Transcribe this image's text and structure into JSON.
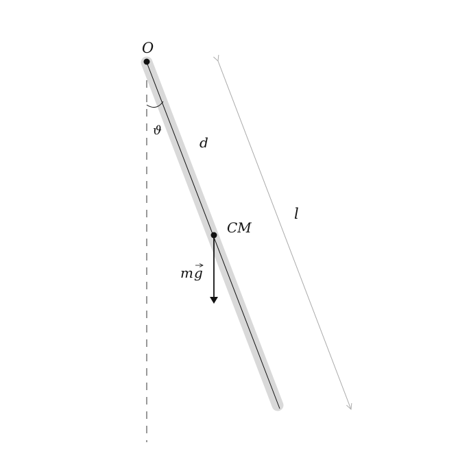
{
  "labels": {
    "pivot": "O",
    "angle": "ϑ",
    "cm_distance": "d",
    "center_of_mass": "CM",
    "length": "l",
    "weight_m": "m",
    "weight_g": "g"
  },
  "colors": {
    "rod_shadow": "#d9d9d9",
    "rod": "#111111",
    "dimension": "#aaaaaa",
    "point": "#111111",
    "text": "#111111"
  }
}
